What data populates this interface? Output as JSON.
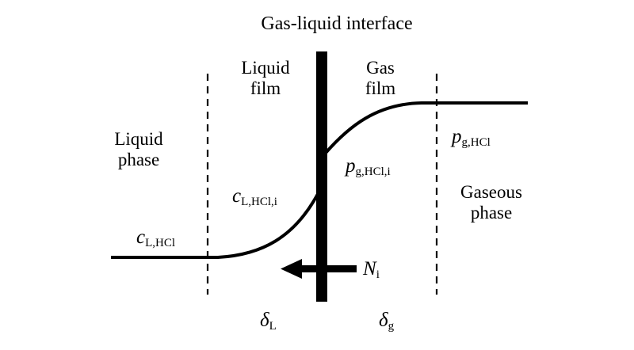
{
  "title": "Gas-liquid interface",
  "regions": {
    "liquid_phase": [
      "Liquid",
      "phase"
    ],
    "liquid_film": [
      "Liquid",
      "film"
    ],
    "gas_film": [
      "Gas",
      "film"
    ],
    "gaseous_phase": [
      "Gaseous",
      "phase"
    ]
  },
  "symbols": {
    "c_bulk": {
      "main": "c",
      "sub": "L,HCl"
    },
    "c_interface": {
      "main": "c",
      "sub": "L,HCl,i"
    },
    "p_bulk": {
      "main": "p",
      "sub": "g,HCl"
    },
    "p_interface": {
      "main": "p",
      "sub": "g,HCl,i"
    },
    "flux": {
      "main": "N",
      "sub": "i"
    },
    "delta_L": {
      "main": "δ",
      "sub": "L"
    },
    "delta_g": {
      "main": "δ",
      "sub": "g"
    }
  },
  "colors": {
    "stroke": "#000000",
    "background": "#ffffff"
  }
}
